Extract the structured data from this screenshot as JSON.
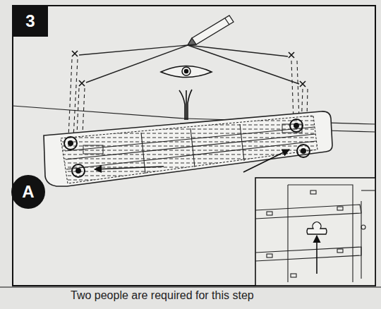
{
  "diagram": {
    "nodes": [
      {
        "text": [
          "3"
        ]
      },
      {
        "text": [
          "A"
        ]
      }
    ],
    "labels": [
      "Two people are required for this step"
    ]
  }
}
